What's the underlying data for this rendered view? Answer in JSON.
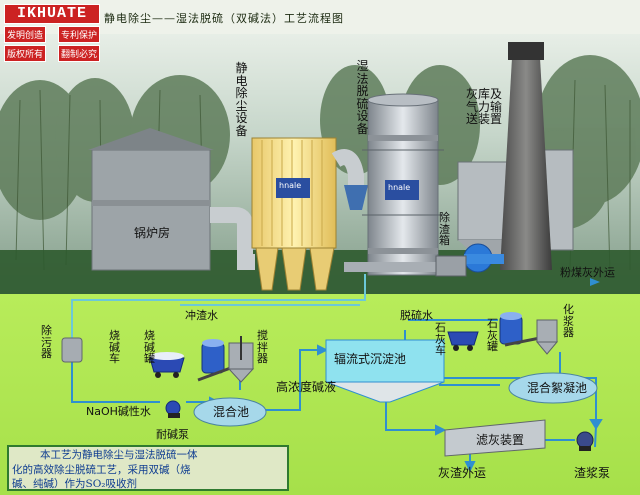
{
  "logo": {
    "brand": "IKHUATE",
    "line1": [
      "发明创造",
      "专利保护"
    ],
    "line2": [
      "版权所有",
      "翻制必究"
    ]
  },
  "title": "静电除尘——湿法脱硫（双碱法）工艺流程图",
  "labels": {
    "boiler_house": "锅炉房",
    "esp": "静电除尘设备",
    "desulf": "湿法脱硫设备",
    "ash_silo": "灰库及气力输送装置",
    "fly_ash": "粉煤灰外运",
    "slag_box": "除渣箱",
    "slag_water": "冲渣水",
    "desulf_water": "脱硫水",
    "decontaminator": "除污器",
    "caustic_cart": "烧碱车",
    "caustic_tank": "烧碱罐",
    "agitator": "搅拌器",
    "lime_cart": "石灰车",
    "lime_tank": "石灰罐",
    "slurry_maker": "化浆器",
    "radial_settler": "辐流式沉淀池",
    "high_conc_lye": "高浓度碱液",
    "naoh_water": "NaOH碱性水",
    "mixing_tank": "混合池",
    "alkali_pump": "耐碱泵",
    "floc_tank": "混合絮凝池",
    "filter": "滤灰装置",
    "ash_export": "灰渣外运",
    "slurry_pump": "渣浆泵",
    "equipment_brand": "hnale"
  },
  "note": {
    "lines": [
      "本工艺为静电除尘与湿法脱硫一体",
      "化的高效除尘脱硫工艺，采用双碱（烧",
      "碱、纯碱）作为SO₂吸收剂"
    ]
  },
  "colors": {
    "ground": "#b8ec5a",
    "pipe": "#2f8fd0",
    "pipe_light": "#6cc8d8",
    "tank": "#9aa0a8",
    "settler": "#8fe2ef",
    "title_bg": "#ffffff",
    "note_border": "#2f7a2f"
  }
}
